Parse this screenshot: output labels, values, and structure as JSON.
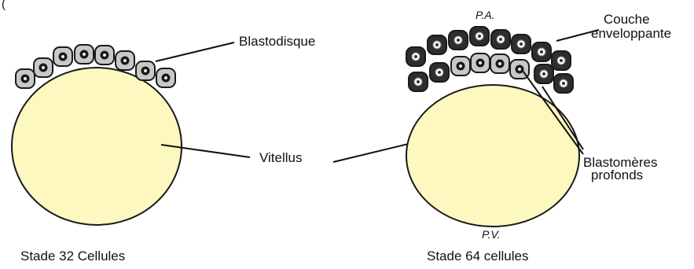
{
  "header_fragment": "(",
  "left_embryo": {
    "label_blastodisc": "Blastodisque",
    "caption": "Stade 32 Cellules"
  },
  "right_embryo": {
    "pole_top": "P.A.",
    "pole_bottom": "P.V.",
    "label_envelope_line1": "Couche",
    "label_envelope_line2": "enveloppante",
    "label_deep_line1": "Blastomères",
    "label_deep_line2": "profonds",
    "caption": "Stade 64 cellules"
  },
  "shared_label_yolk": "Vitellus",
  "colors": {
    "yolk": "#fcf8c0",
    "blastomere_light": "#c8c8c8",
    "blastomere_dark": "#2e2e2e",
    "nucleus_light_center": "#eeeeee",
    "outline": "#1a1a1a"
  }
}
